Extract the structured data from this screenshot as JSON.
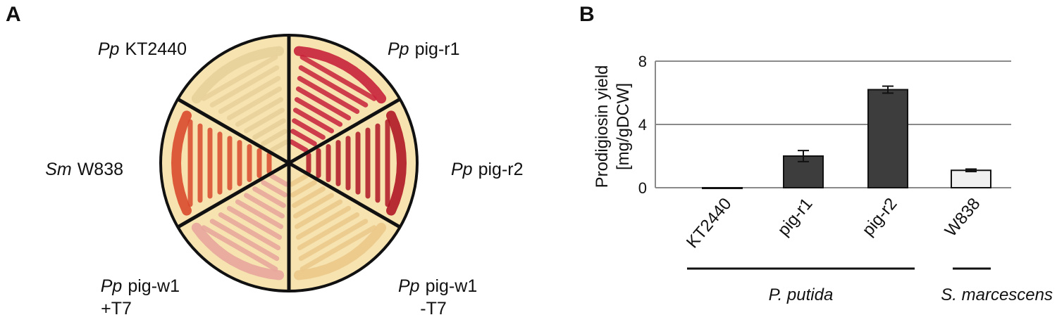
{
  "panel_a": {
    "letter": "A",
    "sectors": [
      {
        "species": "Pp",
        "strain": "KT2440",
        "line2": "",
        "color": "#e8d09a"
      },
      {
        "species": "Pp",
        "strain": "pig-r1",
        "line2": "",
        "color": "#c8213a"
      },
      {
        "species": "Pp",
        "strain": "pig-r2",
        "line2": "",
        "color": "#b01725"
      },
      {
        "species": "Pp",
        "strain": "pig-w1",
        "line2": "-T7",
        "color": "#ecc88a"
      },
      {
        "species": "Pp",
        "strain": "pig-w1",
        "line2": "+T7",
        "color": "#e8a59c"
      },
      {
        "species": "Sm",
        "strain": "W838",
        "line2": "",
        "color": "#d94a2e"
      }
    ],
    "agar_color": "#f6e3b0"
  },
  "panel_b": {
    "letter": "B"
  },
  "chart_data": {
    "type": "bar",
    "categories": [
      "KT2440",
      "pig-r1",
      "pig-r2",
      "W838"
    ],
    "values": [
      0.0,
      2.0,
      6.2,
      1.1
    ],
    "errors": [
      0.0,
      0.35,
      0.22,
      0.08
    ],
    "bar_colors": [
      "#3d3d3d",
      "#3d3d3d",
      "#3d3d3d",
      "#f0f0f0"
    ],
    "ylabel_line1": "Prodigiosin  yield",
    "ylabel_line2": "[mg/gDCW]",
    "ylim": [
      0,
      8
    ],
    "yticks": [
      0,
      4,
      8
    ],
    "grid": true,
    "groups": [
      {
        "label": "P. putida",
        "categories": [
          "KT2440",
          "pig-r1",
          "pig-r2"
        ]
      },
      {
        "label": "S. marcescens",
        "categories": [
          "W838"
        ]
      }
    ]
  }
}
